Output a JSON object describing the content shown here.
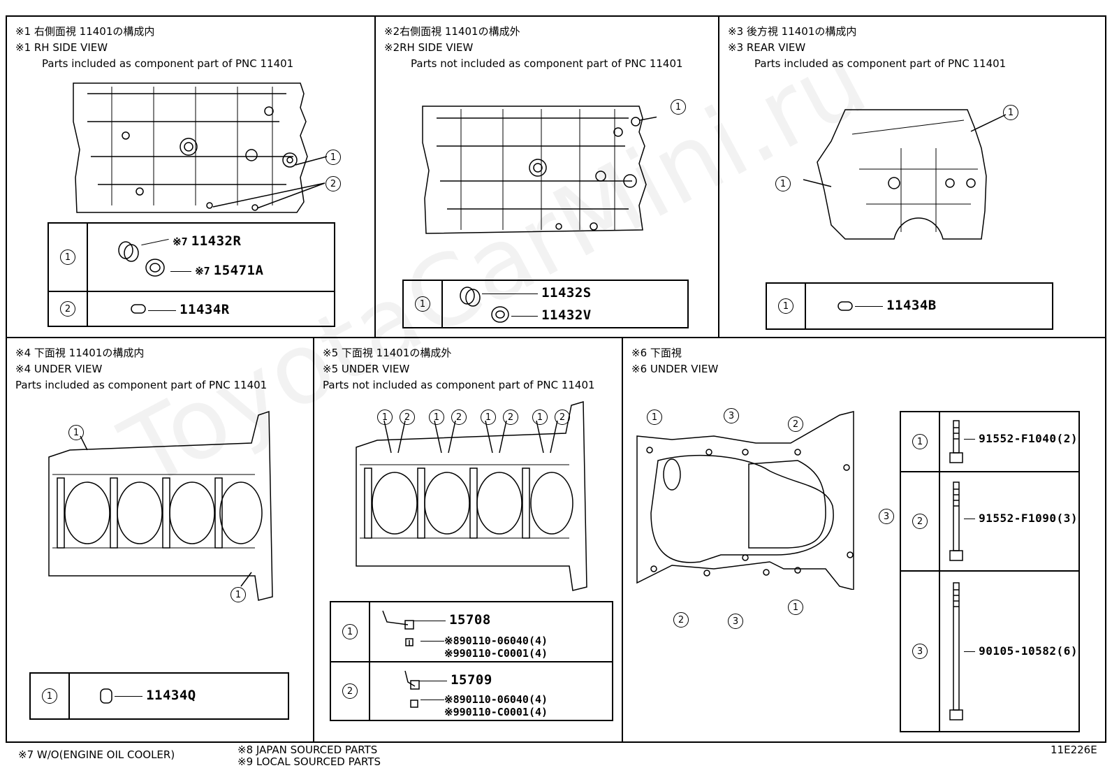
{
  "watermark": "ToyotaCarMini.ru",
  "panels": {
    "p1": {
      "line1": "※1 右側面視 11401の構成内",
      "line2": "※1 RH SIDE VIEW",
      "line3": "Parts included as component part of PNC 11401",
      "rows": [
        {
          "idx": "1",
          "parts": [
            {
              "mark": "※7",
              "pn": "11432R"
            },
            {
              "mark": "※7",
              "pn": "15471A"
            }
          ]
        },
        {
          "idx": "2",
          "parts": [
            {
              "mark": "",
              "pn": "11434R"
            }
          ]
        }
      ],
      "callouts": [
        "1",
        "2"
      ]
    },
    "p2": {
      "line1": "※2右側面視 11401の構成外",
      "line2": "※2RH SIDE VIEW",
      "line3": "Parts not included as component part of PNC 11401",
      "rows": [
        {
          "idx": "1",
          "parts": [
            {
              "pn": "11432S"
            },
            {
              "pn": "11432V"
            }
          ]
        }
      ],
      "callouts": [
        "1"
      ]
    },
    "p3": {
      "line1": "※3 後方視 11401の構成内",
      "line2": "※3 REAR VIEW",
      "line3": "Parts included as component part of PNC 11401",
      "rows": [
        {
          "idx": "1",
          "parts": [
            {
              "pn": "11434B"
            }
          ]
        }
      ],
      "callouts": [
        "1",
        "1"
      ]
    },
    "p4": {
      "line1": "※4 下面視 11401の構成内",
      "line2": "※4 UNDER VIEW",
      "line3": "Parts included as component part of PNC 11401",
      "rows": [
        {
          "idx": "1",
          "parts": [
            {
              "pn": "11434Q"
            }
          ]
        }
      ],
      "callouts": [
        "1",
        "1"
      ]
    },
    "p5": {
      "line1": "※5 下面視 11401の構成外",
      "line2": "※5 UNDER VIEW",
      "line3": "Parts not included as component part of PNC 11401",
      "rows": [
        {
          "idx": "1",
          "pn": "15708",
          "notes": [
            {
              "mark": "※8",
              "pn": "90110-06040(4)"
            },
            {
              "mark": "※9",
              "pn": "90110-C0001(4)"
            }
          ]
        },
        {
          "idx": "2",
          "pn": "15709",
          "notes": [
            {
              "mark": "※8",
              "pn": "90110-06040(4)"
            },
            {
              "mark": "※9",
              "pn": "90110-C0001(4)"
            }
          ]
        }
      ],
      "callouts": [
        "1",
        "2",
        "1",
        "2",
        "1",
        "2",
        "1",
        "2"
      ]
    },
    "p6": {
      "line1": "※6 下面視",
      "line2": "※6 UNDER VIEW",
      "rows": [
        {
          "idx": "1",
          "pn": "91552-F1040(2)"
        },
        {
          "idx": "2",
          "pn": "91552-F1090(3)"
        },
        {
          "idx": "3",
          "pn": "90105-10582(6)"
        }
      ],
      "callouts": [
        "1",
        "3",
        "2",
        "3",
        "2",
        "3",
        "1"
      ]
    }
  },
  "footer": {
    "note7": "※7 W/O(ENGINE OIL COOLER)",
    "note8": "※8 JAPAN SOURCED PARTS",
    "note9": "※9 LOCAL SOURCED PARTS",
    "code": "11E226E"
  }
}
